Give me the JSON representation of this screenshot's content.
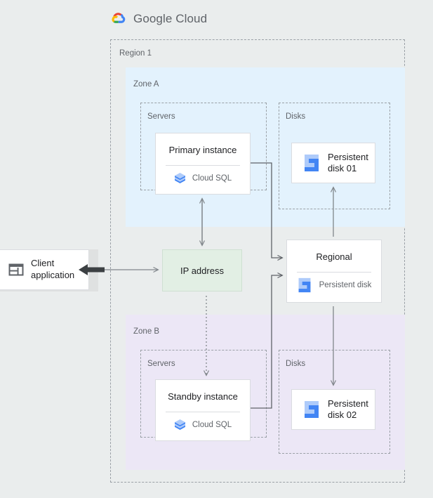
{
  "logo": {
    "brand": "Google",
    "product": "Cloud",
    "icon": "google-cloud-logo-icon"
  },
  "colors": {
    "page_background": "#eaeded",
    "zone_a_fill": "#e3f2fd",
    "zone_b_fill": "#ece7f6",
    "ip_address_fill": "#e2efe4",
    "card_fill": "#ffffff",
    "border_dashed": "#9aa0a6",
    "accent_blue": "#4285f4",
    "accent_blue_light": "#aecbfa",
    "text_primary": "#202124",
    "text_secondary": "#5f6368"
  },
  "region": {
    "label": "Region 1"
  },
  "zones": {
    "a": {
      "label": "Zone A",
      "servers_group_label": "Servers",
      "disks_group_label": "Disks",
      "instance": {
        "title": "Primary instance",
        "service": "Cloud SQL",
        "service_icon": "cloud-sql-icon"
      },
      "disk": {
        "label_line1": "Persistent",
        "label_line2": "disk 01",
        "icon": "persistent-disk-icon"
      }
    },
    "b": {
      "label": "Zone B",
      "servers_group_label": "Servers",
      "disks_group_label": "Disks",
      "instance": {
        "title": "Standby instance",
        "service": "Cloud SQL",
        "service_icon": "cloud-sql-icon"
      },
      "disk": {
        "label_line1": "Persistent",
        "label_line2": "disk 02",
        "icon": "persistent-disk-icon"
      }
    }
  },
  "regional_disk": {
    "title": "Regional",
    "subtitle": "Persistent disk",
    "icon": "persistent-disk-icon"
  },
  "ip_address": {
    "label": "IP address"
  },
  "client": {
    "label_line1": "Client",
    "label_line2": "application",
    "icon": "client-application-window-icon"
  }
}
